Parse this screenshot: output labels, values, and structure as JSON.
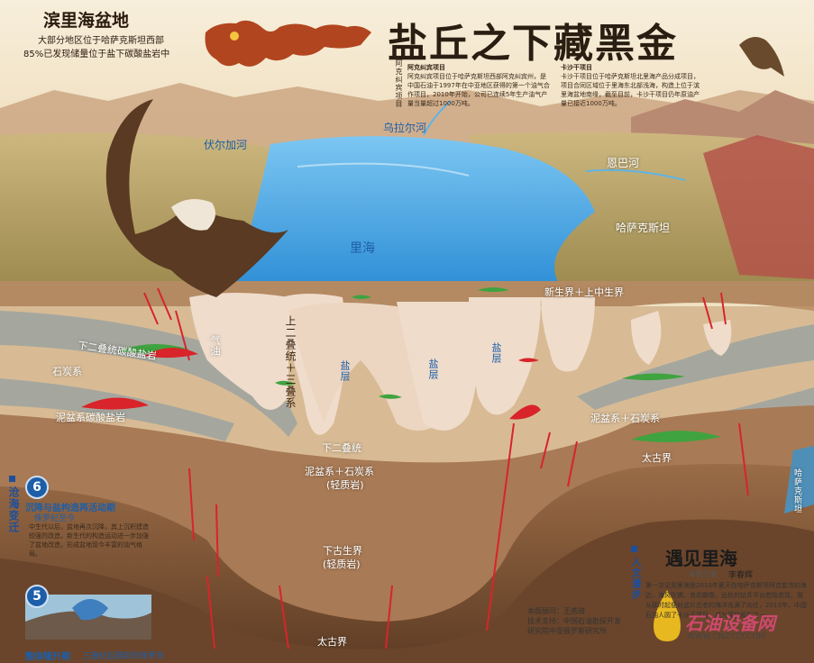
{
  "header": {
    "basin_title": "滨里海盆地",
    "basin_sub1": "大部分地区位于哈萨克斯坦西部",
    "basin_sub2": "85%已发现储量位于盐下碳酸盐岩中",
    "main_title": "盐丘之下藏黑金"
  },
  "projects": {
    "side_label": "阿克纠宾项目",
    "left_title": "阿克纠宾项目",
    "left_text": "阿克纠宾项目位于哈萨克斯坦西部阿克纠宾州，是中国石油于1997年在中亚地区获得的第一个油气合作项目，2010年开始，公司已连续5年生产油气产量当量超过1000万吨。",
    "right_title": "卡沙干项目",
    "right_text": "卡沙干项目位于哈萨克斯坦北里海产品分成项目，项目合同区域位于里海东北部浅海，构造上位于滨里海盆地南缘，截至目前，卡沙干项目仍年原油产量已接近1000万吨。"
  },
  "geo_labels": {
    "ural": "乌拉尔河",
    "volga": "伏尔加河",
    "emba": "恩巴河",
    "kazakhstan": "哈萨克斯坦",
    "caspian": "里海",
    "cenozoic": "新生界＋上中生界",
    "upper_permian": "上二叠统＋三叠系",
    "gas_oil": "气油",
    "lower_permian_salt": "下二叠统碳酸盐岩",
    "carboniferous": "石炭系",
    "devonian_salt": "泥盆系碳酸盐岩",
    "salt_layer_1": "盐层",
    "salt_layer_2": "盐层",
    "salt_layer_3": "盐层",
    "lower_permian": "下二叠统",
    "devonian_carb": "泥盆系＋石炭系",
    "devonian_carb_right": "泥盆系＋石炭系",
    "clastic_1": "(轻质岩)",
    "proterozoic_right": "太古界",
    "lower_paleozoic": "下古生界",
    "clastic_2": "(轻质岩)",
    "proterozoic_bottom": "太古界",
    "right_edge": "哈萨克斯坦"
  },
  "side_panel": {
    "title": "沧海变迁",
    "stage6_num": "6",
    "stage6_title": "沉降与盐构造再活动期",
    "stage6_period": "侏罗纪至今",
    "stage6_text": "中生代以后，盆地再次沉降，其上沉积建造较强烈改造，新生代的构造运动进一步加强了盆地改造，形成盆地现今丰富的油气格局。",
    "stage5_num": "5",
    "stage5_title": "整体隆升期",
    "stage5_period": "三叠纪后期到早侏罗世"
  },
  "essay": {
    "section": "人文漫步",
    "title": "遇见里海",
    "byline_label": "本报记者",
    "byline_name": "李春辉",
    "text": "第一次见到里海是2010年夏天在哈萨克斯坦阿克套市的海边，海风吹拂，浪花翻卷，远处的钻井平台若隐若现。我从那时起便对这片古老的海洋充满了向往，2013年，中国石油人圆了卡沙干项目，成为项目股东之一。"
  },
  "credits": {
    "line1": "本版顾问：王燕琦",
    "line2": "技术支持：中国石油勘探开发",
    "line3": "研究院中亚俄罗斯研究所"
  },
  "watermark": "石油设备网",
  "watermark_url": "WWW.CNZYZY.COM",
  "colors": {
    "sky": "#f3e9d2",
    "sea": "#4aa6e3",
    "salt": "#ecd9c6",
    "sediment": "#b48a63",
    "deep": "#7a5234",
    "gas": "#3fa33f",
    "oil": "#d8242a",
    "accent_blue": "#1d5ea8"
  }
}
